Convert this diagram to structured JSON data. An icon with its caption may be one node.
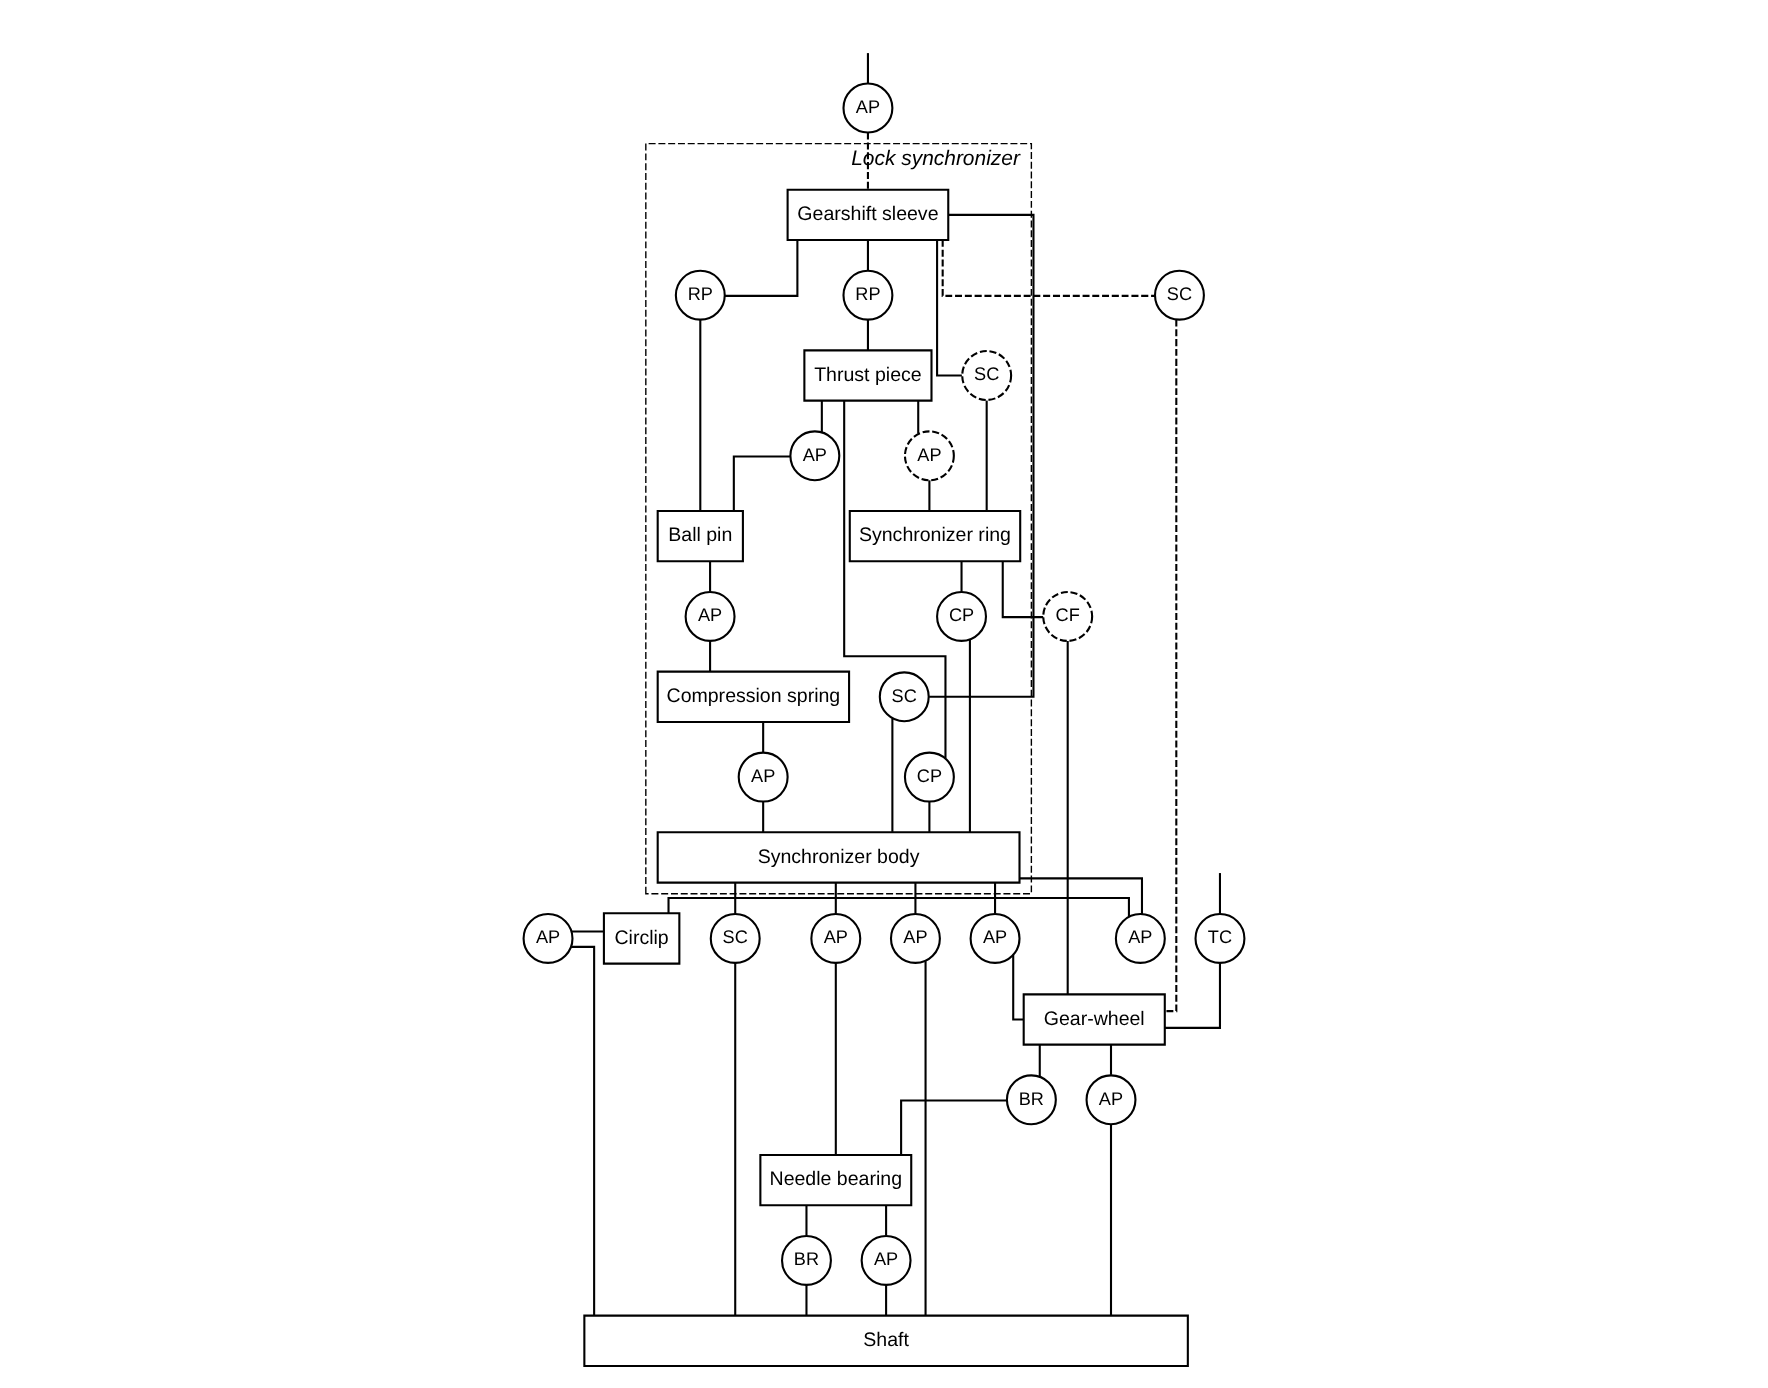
{
  "diagram": {
    "nodes": [
      {
        "text": [
          "Lock synchronizer"
        ]
      },
      {
        "text": [
          "AP"
        ]
      },
      {
        "text": [
          "Gearshift sleeve"
        ],
        "in": 0
      },
      {
        "text": [
          "SC"
        ],
        "in": 0
      },
      {
        "text": [
          "Synchronizer ring"
        ],
        "in": 0
      },
      {
        "text": [
          "TC"
        ]
      },
      {
        "text": [
          "SC"
        ]
      },
      {
        "text": [
          "RP"
        ],
        "in": 0
      },
      {
        "text": [
          "RP"
        ],
        "in": 0
      },
      {
        "text": [
          "Thrust piece"
        ],
        "in": 0
      },
      {
        "text": [
          "AP"
        ],
        "in": 0
      },
      {
        "text": [
          "CF"
        ]
      },
      {
        "text": [
          "Gear-wheel"
        ]
      },
      {
        "text": [
          "AP"
        ],
        "in": 0
      },
      {
        "text": [
          "SC"
        ],
        "in": 0
      },
      {
        "text": [
          "Ball pin"
        ],
        "in": 0
      },
      {
        "text": [
          "AP"
        ],
        "in": 0
      },
      {
        "text": [
          "CP"
        ],
        "in": 0
      },
      {
        "text": [
          "CP"
        ],
        "in": 0
      },
      {
        "text": [
          "Compression spring"
        ],
        "in": 0
      },
      {
        "text": [
          "AP"
        ],
        "in": 0
      },
      {
        "text": [
          "Synchronizer body"
        ],
        "in": 0
      },
      {
        "text": [
          "AP"
        ]
      },
      {
        "text": [
          "AP"
        ]
      },
      {
        "text": [
          "BR"
        ]
      },
      {
        "text": [
          "AP"
        ]
      },
      {
        "text": [
          "Needle bearing"
        ]
      },
      {
        "text": [
          "AP"
        ]
      },
      {
        "text": [
          "AP"
        ]
      },
      {
        "text": [
          "Circlip"
        ]
      },
      {
        "text": [
          "AP"
        ]
      },
      {
        "text": [
          "AP"
        ]
      },
      {
        "text": [
          "BR"
        ]
      },
      {
        "text": [
          "SC"
        ]
      },
      {
        "text": [
          "Shaft"
        ]
      }
    ],
    "edges": [
      {
        "from": null,
        "to": 1,
        "arrow": "none"
      },
      {
        "from": 1,
        "to": 2,
        "arrow": "none",
        "style": "dashed"
      },
      {
        "from": 2,
        "to": 3,
        "arrow": "none"
      },
      {
        "from": 3,
        "to": 4,
        "arrow": "none"
      },
      {
        "from": 2,
        "to": 6,
        "arrow": "none",
        "style": "dashed"
      },
      {
        "from": 6,
        "to": 12,
        "arrow": "none",
        "style": "dashed"
      },
      {
        "from": null,
        "to": 5,
        "arrow": "none"
      },
      {
        "from": 5,
        "to": 12,
        "arrow": "none"
      },
      {
        "from": 2,
        "to": 14,
        "arrow": "none"
      },
      {
        "from": 14,
        "to": 21,
        "arrow": "none"
      },
      {
        "from": 2,
        "to": 8,
        "arrow": "none"
      },
      {
        "from": 8,
        "to": 15,
        "arrow": "none"
      },
      {
        "from": 2,
        "to": 7,
        "arrow": "none"
      },
      {
        "from": 7,
        "to": 9,
        "arrow": "none"
      },
      {
        "from": 9,
        "to": 10,
        "arrow": "none"
      },
      {
        "from": 10,
        "to": 4,
        "arrow": "none"
      },
      {
        "from": 4,
        "to": 11,
        "arrow": "none"
      },
      {
        "from": 11,
        "to": 12,
        "arrow": "none"
      },
      {
        "from": 9,
        "to": 13,
        "arrow": "none"
      },
      {
        "from": 13,
        "to": 15,
        "arrow": "none"
      },
      {
        "from": 9,
        "to": 17,
        "arrow": "none"
      },
      {
        "from": 17,
        "to": 21,
        "arrow": "none"
      },
      {
        "from": 4,
        "to": 18,
        "arrow": "none"
      },
      {
        "from": 18,
        "to": 21,
        "arrow": "none"
      },
      {
        "from": 15,
        "to": 16,
        "arrow": "none"
      },
      {
        "from": 16,
        "to": 19,
        "arrow": "none"
      },
      {
        "from": 19,
        "to": 20,
        "arrow": "none"
      },
      {
        "from": 20,
        "to": 21,
        "arrow": "none"
      },
      {
        "from": 21,
        "to": 22,
        "arrow": "none"
      },
      {
        "from": 22,
        "to": 12,
        "arrow": "none"
      },
      {
        "from": 12,
        "to": 23,
        "arrow": "none"
      },
      {
        "from": 23,
        "to": 34,
        "arrow": "none"
      },
      {
        "from": 12,
        "to": 24,
        "arrow": "none"
      },
      {
        "from": 24,
        "to": 26,
        "arrow": "none"
      },
      {
        "from": 21,
        "to": 25,
        "arrow": "none"
      },
      {
        "from": 25,
        "to": 26,
        "arrow": "none"
      },
      {
        "from": 26,
        "to": 27,
        "arrow": "none"
      },
      {
        "from": 27,
        "to": 34,
        "arrow": "none"
      },
      {
        "from": 26,
        "to": 32,
        "arrow": "none"
      },
      {
        "from": 32,
        "to": 34,
        "arrow": "none"
      },
      {
        "from": 21,
        "to": 31,
        "arrow": "none"
      },
      {
        "from": 31,
        "to": 34,
        "arrow": "none"
      },
      {
        "from": 34,
        "to": 28,
        "arrow": "none"
      },
      {
        "from": 28,
        "to": 29,
        "arrow": "none"
      },
      {
        "from": 29,
        "to": 30,
        "arrow": "none"
      },
      {
        "from": 30,
        "to": 21,
        "arrow": "none"
      },
      {
        "from": 21,
        "to": 33,
        "arrow": "none"
      },
      {
        "from": 33,
        "to": 34,
        "arrow": "none"
      }
    ]
  }
}
